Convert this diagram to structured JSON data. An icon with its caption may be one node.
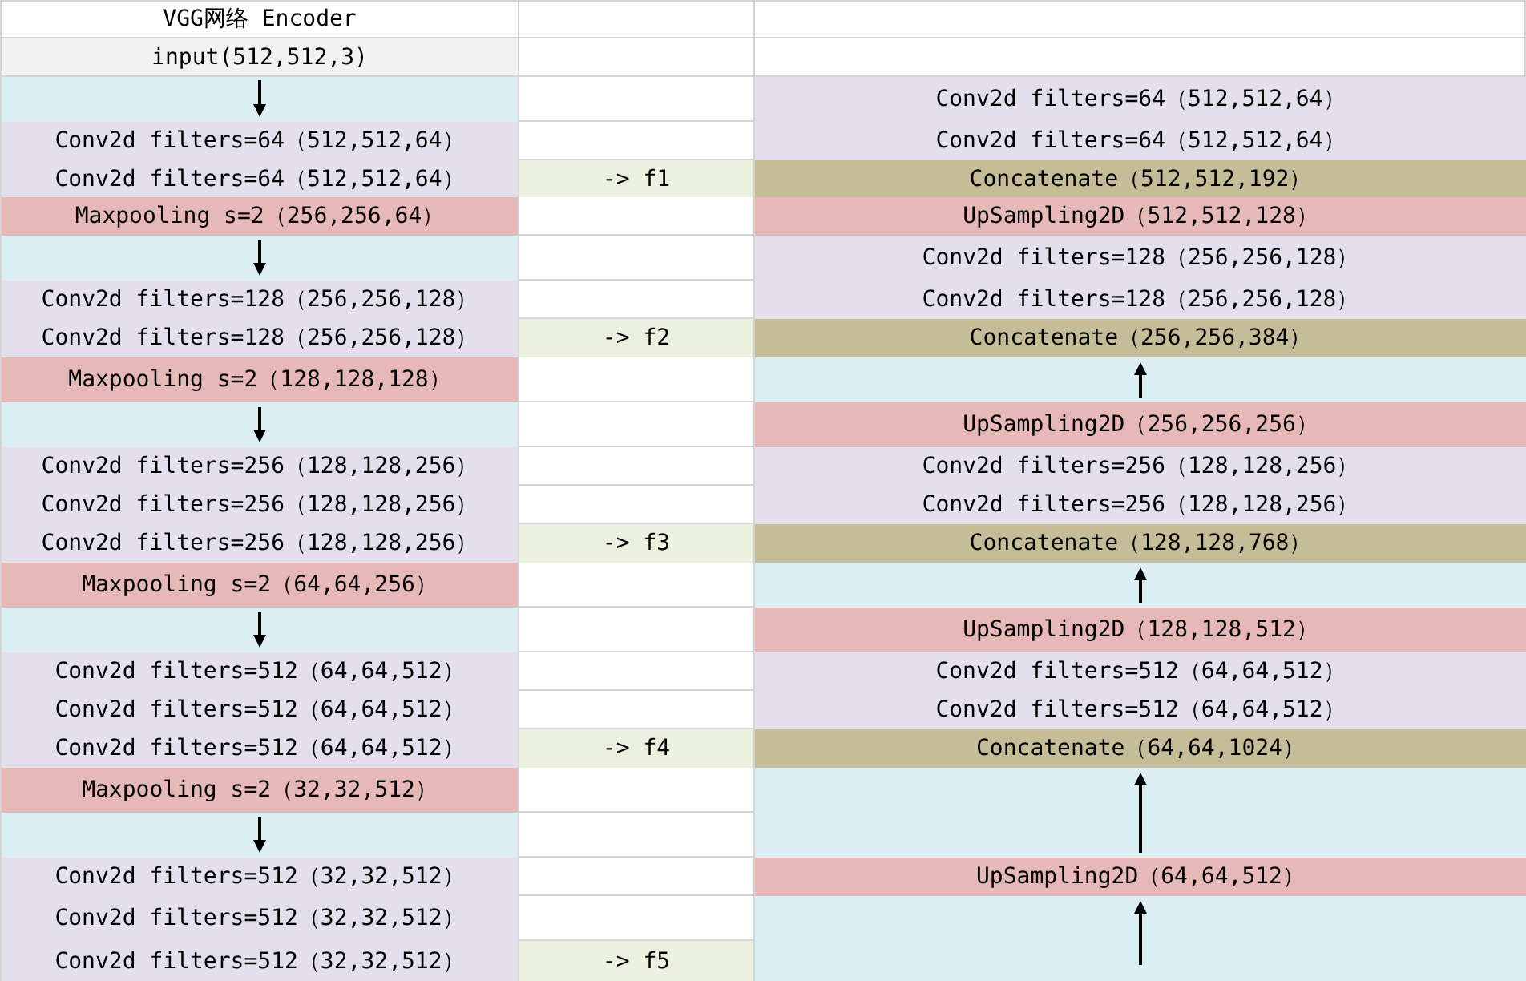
{
  "diagram": {
    "title": "VGG网络 Encoder",
    "nodes": [
      {
        "text": [
          "input(512,512,3)"
        ]
      },
      {
        "text": [
          "Conv2d filters=64（512,512,64）"
        ]
      },
      {
        "text": [
          "Conv2d filters=64（512,512,64）"
        ]
      },
      {
        "text": [
          "Maxpooling s=2（256,256,64）"
        ]
      },
      {
        "text": [
          "Conv2d filters=128（256,256,128）"
        ]
      },
      {
        "text": [
          "Conv2d filters=128（256,256,128）"
        ]
      },
      {
        "text": [
          "Maxpooling s=2（128,128,128）"
        ]
      },
      {
        "text": [
          "Conv2d filters=256（128,128,256）"
        ]
      },
      {
        "text": [
          "Conv2d filters=256（128,128,256）"
        ]
      },
      {
        "text": [
          "Conv2d filters=256（128,128,256）"
        ]
      },
      {
        "text": [
          "Maxpooling s=2（64,64,256）"
        ]
      },
      {
        "text": [
          "Conv2d filters=512（64,64,512）"
        ]
      },
      {
        "text": [
          "Conv2d filters=512（64,64,512）"
        ]
      },
      {
        "text": [
          "Conv2d filters=512（64,64,512）"
        ]
      },
      {
        "text": [
          "Maxpooling s=2（32,32,512）"
        ]
      },
      {
        "text": [
          "Conv2d filters=512（32,32,512）"
        ]
      },
      {
        "text": [
          "Conv2d filters=512（32,32,512）"
        ]
      },
      {
        "text": [
          "Conv2d filters=512（32,32,512）"
        ]
      },
      {
        "text": [
          "-> f1"
        ]
      },
      {
        "text": [
          "-> f2"
        ]
      },
      {
        "text": [
          "-> f3"
        ]
      },
      {
        "text": [
          "-> f4"
        ]
      },
      {
        "text": [
          "-> f5"
        ]
      },
      {
        "text": [
          "Conv2d filters=64（512,512,64）"
        ]
      },
      {
        "text": [
          "Conv2d filters=64（512,512,64）"
        ]
      },
      {
        "text": [
          "Concatenate（512,512,192）"
        ]
      },
      {
        "text": [
          "UpSampling2D（512,512,128）"
        ]
      },
      {
        "text": [
          "Conv2d filters=128（256,256,128）"
        ]
      },
      {
        "text": [
          "Conv2d filters=128（256,256,128）"
        ]
      },
      {
        "text": [
          "Concatenate（256,256,384）"
        ]
      },
      {
        "text": [
          "UpSampling2D（256,256,256）"
        ]
      },
      {
        "text": [
          "Conv2d filters=256（128,128,256）"
        ]
      },
      {
        "text": [
          "Conv2d filters=256（128,128,256）"
        ]
      },
      {
        "text": [
          "Concatenate（128,128,768）"
        ]
      },
      {
        "text": [
          "UpSampling2D（128,128,512）"
        ]
      },
      {
        "text": [
          "Conv2d filters=512（64,64,512）"
        ]
      },
      {
        "text": [
          "Conv2d filters=512（64,64,512）"
        ]
      },
      {
        "text": [
          "Concatenate（64,64,1024）"
        ]
      },
      {
        "text": [
          "UpSampling2D（64,64,512）"
        ]
      }
    ],
    "edges": [
      {
        "from": 0,
        "to": 1,
        "arrow": "to"
      },
      {
        "from": 3,
        "to": 4,
        "arrow": "to"
      },
      {
        "from": 6,
        "to": 7,
        "arrow": "to"
      },
      {
        "from": 10,
        "to": 11,
        "arrow": "to"
      },
      {
        "from": 14,
        "to": 15,
        "arrow": "to"
      },
      {
        "from": 30,
        "to": 29,
        "arrow": "to"
      },
      {
        "from": 34,
        "to": 33,
        "arrow": "to"
      },
      {
        "from": 38,
        "to": 37,
        "arrow": "to"
      },
      {
        "from": null,
        "to": 38,
        "arrow": "to"
      }
    ]
  }
}
